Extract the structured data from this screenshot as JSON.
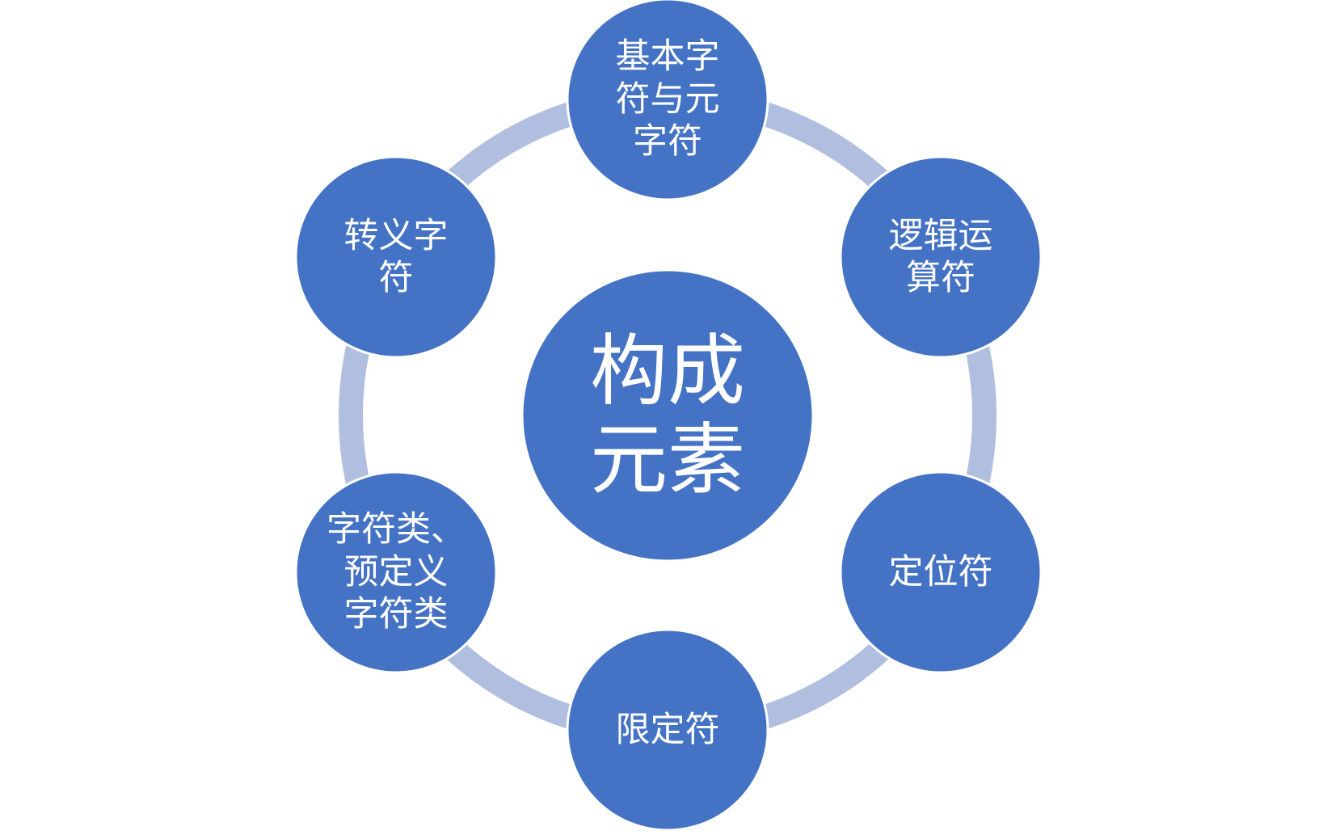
{
  "diagram": {
    "center": {
      "label": "构成\n元素"
    },
    "nodes": [
      {
        "label": "基本字\n符与元\n字符"
      },
      {
        "label": "逻辑运\n算符"
      },
      {
        "label": "定位符"
      },
      {
        "label": "限定符"
      },
      {
        "label": "字符类、\n预定义\n字符类"
      },
      {
        "label": "转义字\n符"
      }
    ]
  },
  "colors": {
    "node_fill": "#4472C4",
    "ring": "#B0BEDF",
    "text": "#FFFFFF"
  }
}
